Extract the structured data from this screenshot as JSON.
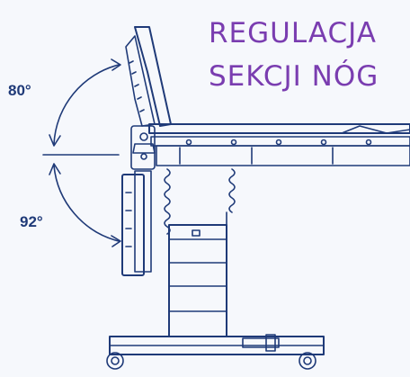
{
  "title": {
    "line1": "REGULACJA",
    "line2": "SEKCJI NÓG"
  },
  "angles": {
    "upper": "80°",
    "lower": "92°"
  },
  "colors": {
    "line": "#1f3a78",
    "title": "#7a3db0",
    "background": "#f6f8fc"
  }
}
